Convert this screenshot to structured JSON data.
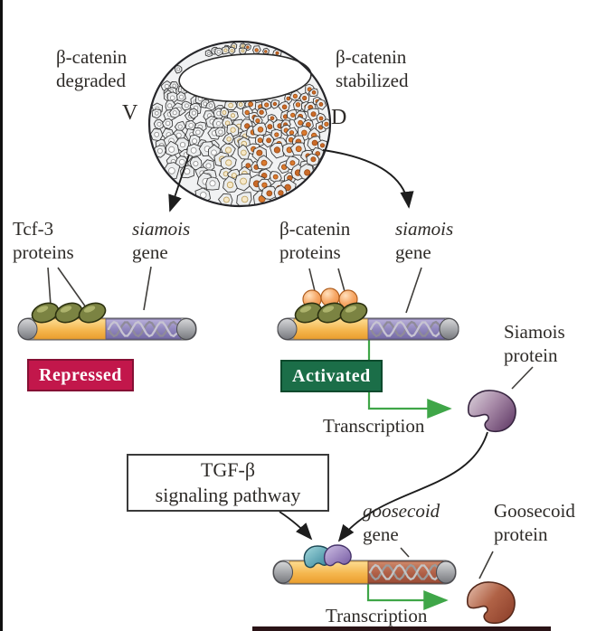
{
  "figure": {
    "embryo": {
      "left_label": [
        "β-catenin",
        "degraded"
      ],
      "right_label": [
        "β-catenin",
        "stabilized"
      ],
      "ventral": "V",
      "dorsal": "D"
    },
    "repressed": {
      "tf_label": [
        "Tcf-3",
        "proteins"
      ],
      "gene_label": [
        "siamois",
        "gene"
      ],
      "badge": "Repressed"
    },
    "activated": {
      "tf_label": [
        "β-catenin",
        "proteins"
      ],
      "gene_label": [
        "siamois",
        "gene"
      ],
      "badge": "Activated",
      "transcription": "Transcription",
      "product_label": [
        "Siamois",
        "protein"
      ]
    },
    "tgf_box": [
      "TGF-β",
      "signaling pathway"
    ],
    "goosecoid": {
      "gene_label": [
        "goosecoid",
        "gene"
      ],
      "transcription": "Transcription",
      "product_label": [
        "Goosecoid",
        "protein"
      ]
    },
    "colors": {
      "repressed_badge": "#c2174b",
      "activated_badge": "#1b6e48",
      "transcription_green": "#3fa648",
      "promoter_orange": "#f2ab42",
      "siamois_gene_purple": "#8478b0",
      "goosecoid_gene_brown": "#a85a42",
      "tcf3_coil_olive": "#7b8342",
      "beta_catenin_ball_orange": "#f39c5c",
      "siamois_protein_purple": "#6b4670",
      "goosecoid_protein_brown": "#9e4e36",
      "dorsal_nucleus_orange": "#d2722e"
    }
  }
}
